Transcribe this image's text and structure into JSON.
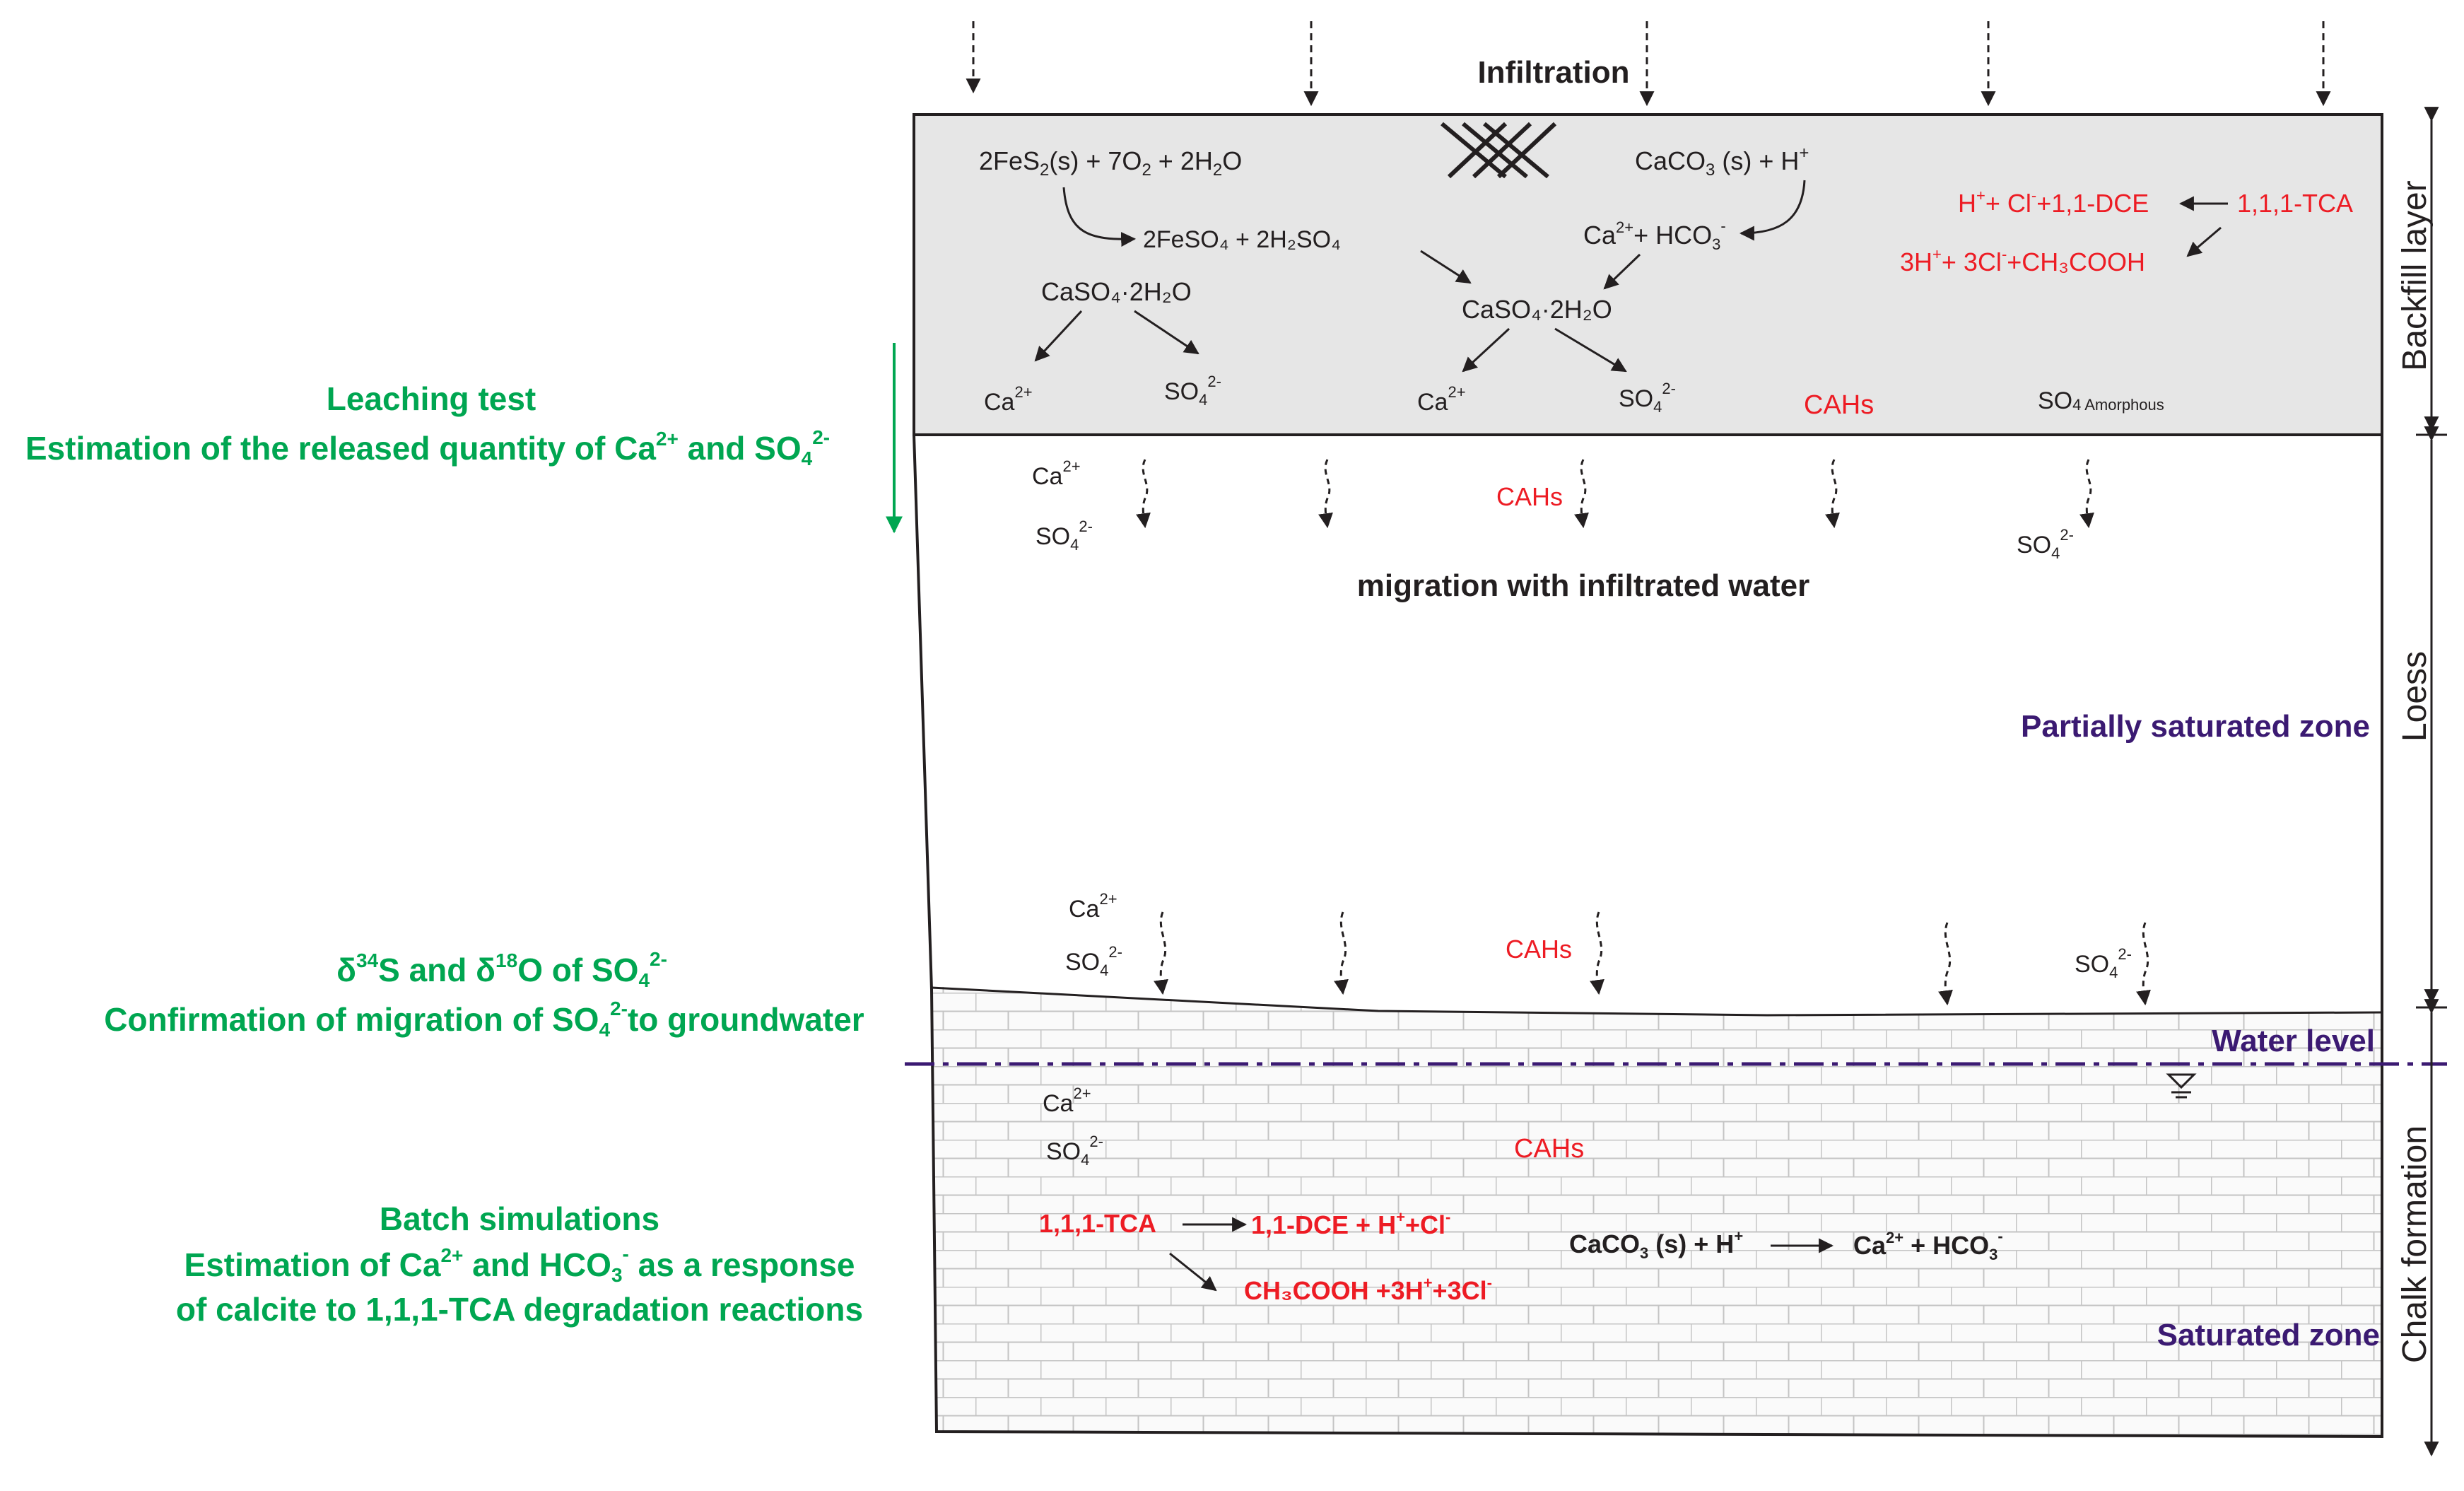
{
  "infiltration": "Infiltration",
  "layers": {
    "backfill": "Backfill layer",
    "loess": "Loess",
    "chalk": "Chalk formation"
  },
  "zones": {
    "partially_saturated": "Partially saturated zone",
    "water_level": "Water level",
    "saturated": "Saturated zone"
  },
  "backfill_reactions": {
    "pyrite": {
      "prefix": "2FeS",
      "s1": "2",
      "mid": "(s) + 7O",
      "s2": "2",
      "mid2": " + 2H",
      "s3": "2",
      "end": "O"
    },
    "fe_products": "2FeSO₄ + 2H₂SO₄",
    "gypsum_left": "CaSO₄·2H₂O",
    "gypsum_center": "CaSO₄·2H₂O",
    "calcite": {
      "prefix": "CaCO",
      "sub": "3",
      "mid": " (s) + H",
      "sup": "+"
    },
    "calcite_products": {
      "ca": "Ca",
      "ca_sup": "2+",
      "mid": "+ HCO",
      "sub": "3",
      "sup": "-"
    },
    "tca_line1": {
      "h": "H",
      "h_sup": "+",
      "mid": "+ Cl",
      "cl_sup": "-",
      "end": "+1,1-DCE",
      "reactant": "1,1,1-TCA"
    },
    "tca_line2": {
      "a": "3H",
      "a_sup": "+",
      "b": "+ 3Cl",
      "b_sup": "-",
      "c": "+CH₃COOH"
    },
    "ca": "Ca",
    "ca_sup": "2+",
    "so4": "SO",
    "so4_sub": "4",
    "so4_sup": "2-",
    "cahs": "CAHs",
    "so4_amorph": "SO",
    "so4_amorph_sub": "4 Amorphous"
  },
  "loess_text": {
    "migration": "migration with infiltrated water",
    "cahs": "CAHs"
  },
  "chalk_reactions": {
    "cahs": "CAHs",
    "tca": "1,1,1-TCA",
    "dce": {
      "a": "1,1-DCE + H",
      "a_sup": "+",
      "b": "+Cl",
      "b_sup": "-"
    },
    "acetic": {
      "a": "CH₃COOH +3H",
      "a_sup": "+",
      "b": "+3Cl",
      "b_sup": "-"
    },
    "calcite": {
      "a": "CaCO",
      "a_sub": "3",
      "b": " (s) + H",
      "b_sup": "+"
    },
    "calcite_products": {
      "a": "Ca",
      "a_sup": "2+",
      "b": " + HCO",
      "b_sub": "3",
      "b_sup": "-"
    }
  },
  "left_notes": {
    "leaching_title": "Leaching test",
    "leaching_text": {
      "a": "Estimation of the released quantity of Ca",
      "a_sup": "2+",
      "b": " and SO",
      "b_sub": "4",
      "b_sup": "2-"
    },
    "isotope_title": {
      "a": "δ",
      "a_sup": "34",
      "b": "S and δ",
      "b_sup": "18",
      "c": "O of SO",
      "c_sub": "4",
      "c_sup": "2-"
    },
    "isotope_text": {
      "a": "Confirmation of migration of SO",
      "a_sub": "4",
      "a_sup": "2-",
      "b": "to groundwater"
    },
    "batch_title": "Batch simulations",
    "batch_text1": {
      "a": "Estimation of Ca",
      "a_sup": "2+",
      "b": " and HCO",
      "b_sub": "3",
      "b_sup": "-",
      "c": " as a response"
    },
    "batch_text2": "of calcite to 1,1,1-TCA degradation reactions"
  }
}
